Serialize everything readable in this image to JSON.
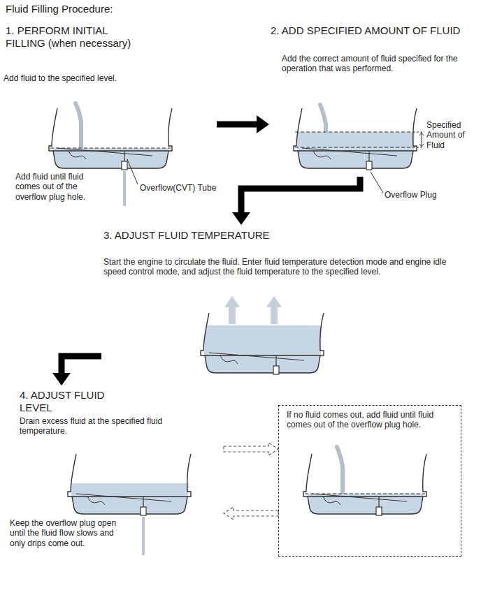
{
  "diagram": {
    "title": "Fluid Filling Procedure:",
    "nodes": [
      {
        "text": [
          "1. PERFORM INITIAL FILLING (when necessary)",
          "Add fluid to the specified level."
        ]
      },
      {
        "text": [
          "2. ADD SPECIFIED AMOUNT OF FLUID",
          "Add the correct amount of fluid specified for the operation that was performed."
        ]
      },
      {
        "text": [
          "3. ADJUST FLUID TEMPERATURE",
          "Start the engine to circulate the fluid. Enter fluid temperature detection mode and engine idle speed control mode, and adjust the fluid temperature to the specified level."
        ]
      },
      {
        "text": [
          "4. ADJUST FLUID LEVEL",
          "Drain excess fluid at the specified fluid temperature."
        ]
      },
      {
        "text": [
          "If no fluid comes out, add fluid until fluid comes out of the overflow plug hole."
        ]
      }
    ],
    "edges": [
      {
        "from": 0,
        "to": 1,
        "arrow": "to"
      },
      {
        "from": 1,
        "to": 2,
        "arrow": "to"
      },
      {
        "from": 2,
        "to": 3,
        "arrow": "to"
      },
      {
        "from": 3,
        "to": 4,
        "arrow": "to"
      },
      {
        "from": 4,
        "to": 3,
        "arrow": "to"
      }
    ],
    "labels": [
      "Add fluid until fluid comes out of the overflow plug hole.",
      "Overflow(CVT) Tube",
      "Specified Amount of Fluid",
      "Overflow Plug",
      "Keep the overflow plug open until the fluid flow slows and only drips come out."
    ]
  }
}
